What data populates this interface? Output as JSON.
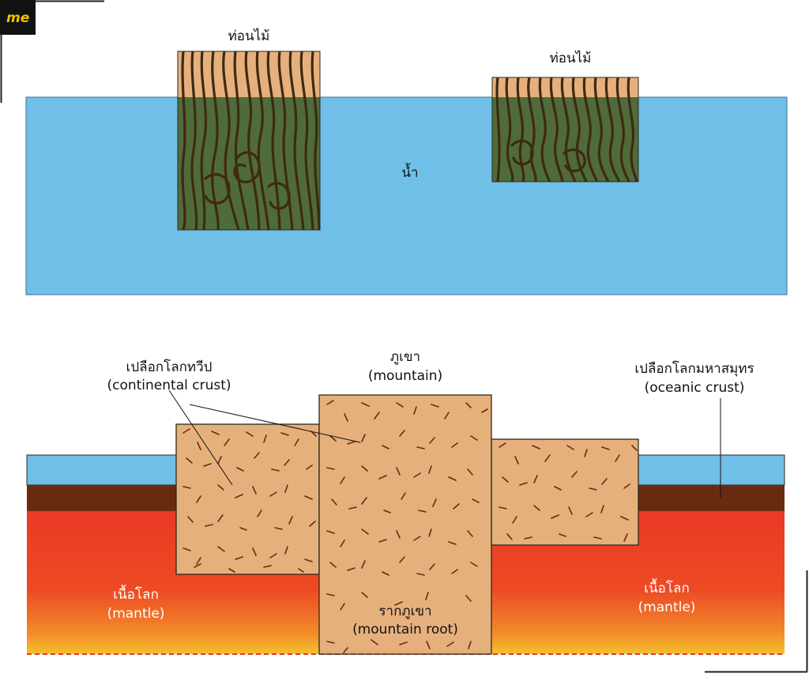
{
  "logo": {
    "text": "me"
  },
  "top_diagram": {
    "water_label": "น้ำ",
    "log_left_label": "ท่อนไม้",
    "log_right_label": "ท่อนไม้"
  },
  "bottom_diagram": {
    "continental_crust": {
      "thai": "เปลือกโลกทวีป",
      "english": "(continental crust)"
    },
    "mountain": {
      "thai": "ภูเขา",
      "english": "(mountain)"
    },
    "oceanic_crust": {
      "thai": "เปลือกโลกมหาสมุทร",
      "english": "(oceanic crust)"
    },
    "mantle_left": {
      "thai": "เนื้อโลก",
      "english": "(mantle)"
    },
    "mantle_right": {
      "thai": "เนื้อโลก",
      "english": "(mantle)"
    },
    "mountain_root": {
      "thai": "รากภูเขา",
      "english": "(mountain root)"
    }
  },
  "colors": {
    "water": "#6fbfe8",
    "wood": "#e6b07c",
    "wood_submerged": "#4f6b3a",
    "wood_grain": "#3d2a12",
    "oceanic_crust": "#6a2a12",
    "mantle_top": "#ea3a24",
    "mantle_bottom": "#f6c22e",
    "crust_fill": "#e6b07c",
    "crust_dash": "#6a2a12",
    "logo_bg": "#111111",
    "logo_text": "#f2c300"
  }
}
